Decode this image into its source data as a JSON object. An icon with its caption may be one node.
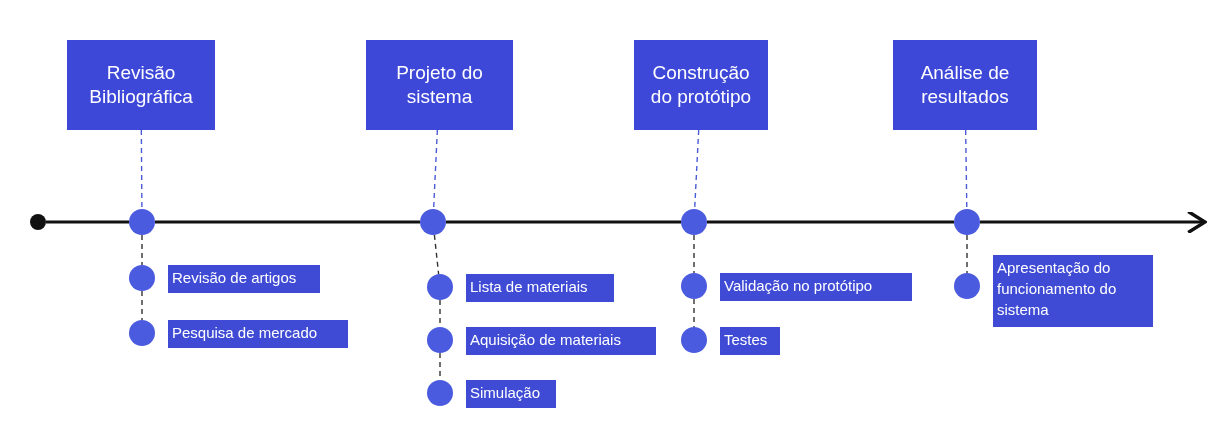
{
  "diagram": {
    "nodes": [
      {
        "text": [],
        "shape": "circle"
      },
      {
        "text": [
          "Revisão Bibliográfica"
        ]
      },
      {
        "text": [],
        "shape": "circle"
      },
      {
        "text": [],
        "shape": "circle"
      },
      {
        "text": [
          "Revisão de artigos"
        ]
      },
      {
        "text": [],
        "shape": "circle"
      },
      {
        "text": [
          "Pesquisa de mercado"
        ]
      },
      {
        "text": [
          "Projeto do sistema"
        ]
      },
      {
        "text": [],
        "shape": "circle"
      },
      {
        "text": [],
        "shape": "circle"
      },
      {
        "text": [
          "Lista de materiais"
        ]
      },
      {
        "text": [],
        "shape": "circle"
      },
      {
        "text": [
          "Aquisição de materiais"
        ]
      },
      {
        "text": [],
        "shape": "circle"
      },
      {
        "text": [
          "Simulação"
        ]
      },
      {
        "text": [
          "Construção do protótipo"
        ]
      },
      {
        "text": [],
        "shape": "circle"
      },
      {
        "text": [],
        "shape": "circle"
      },
      {
        "text": [
          "Validação no protótipo"
        ]
      },
      {
        "text": [],
        "shape": "circle"
      },
      {
        "text": [
          "Testes"
        ]
      },
      {
        "text": [
          "Análise de resultados"
        ]
      },
      {
        "text": [],
        "shape": "circle"
      },
      {
        "text": [],
        "shape": "circle"
      },
      {
        "text": [
          "Apresentação do funcionamento do sistema"
        ]
      }
    ],
    "edges": [
      {
        "from": 0,
        "to": 2,
        "arrow": "none"
      },
      {
        "from": 2,
        "to": 8,
        "arrow": "none"
      },
      {
        "from": 8,
        "to": 16,
        "arrow": "none"
      },
      {
        "from": 16,
        "to": 22,
        "arrow": "none"
      },
      {
        "from": 22,
        "to": null,
        "arrow": "to"
      },
      {
        "from": 1,
        "to": 2,
        "arrow": "none",
        "style": "dashed",
        "color": "#4a5bd6"
      },
      {
        "from": 2,
        "to": 3,
        "arrow": "none",
        "style": "dashed"
      },
      {
        "from": 3,
        "to": 5,
        "arrow": "none",
        "style": "dashed"
      },
      {
        "from": 7,
        "to": 8,
        "arrow": "none",
        "style": "dashed",
        "color": "#4a5bd6"
      },
      {
        "from": 8,
        "to": 9,
        "arrow": "none",
        "style": "dashed"
      },
      {
        "from": 9,
        "to": 11,
        "arrow": "none",
        "style": "dashed"
      },
      {
        "from": 11,
        "to": 13,
        "arrow": "none",
        "style": "dashed"
      },
      {
        "from": 15,
        "to": 16,
        "arrow": "none",
        "style": "dashed",
        "color": "#4a5bd6"
      },
      {
        "from": 16,
        "to": 17,
        "arrow": "none",
        "style": "dashed"
      },
      {
        "from": 17,
        "to": 19,
        "arrow": "none",
        "style": "dashed"
      },
      {
        "from": 21,
        "to": 22,
        "arrow": "none",
        "style": "dashed",
        "color": "#4a5bd6"
      },
      {
        "from": 22,
        "to": 23,
        "arrow": "none",
        "style": "dashed"
      }
    ]
  }
}
